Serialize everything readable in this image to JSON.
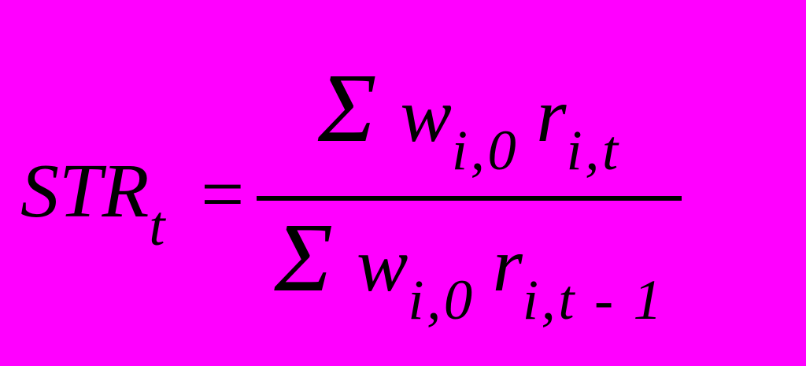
{
  "colors": {
    "background": "#FF00FF",
    "text": "#000000",
    "bar": "#000000"
  },
  "formula": {
    "lhs": {
      "base": "STR",
      "subscript": "t"
    },
    "equals": "=",
    "numerator": {
      "sigma": "Σ",
      "w_base": "w",
      "w_sub": "i,0",
      "r_base": "r",
      "r_sub": "i,t"
    },
    "denominator": {
      "sigma": "Σ",
      "w_base": "w",
      "w_sub": "i,0",
      "r_base": "r",
      "r_sub": "i,t - 1"
    }
  }
}
